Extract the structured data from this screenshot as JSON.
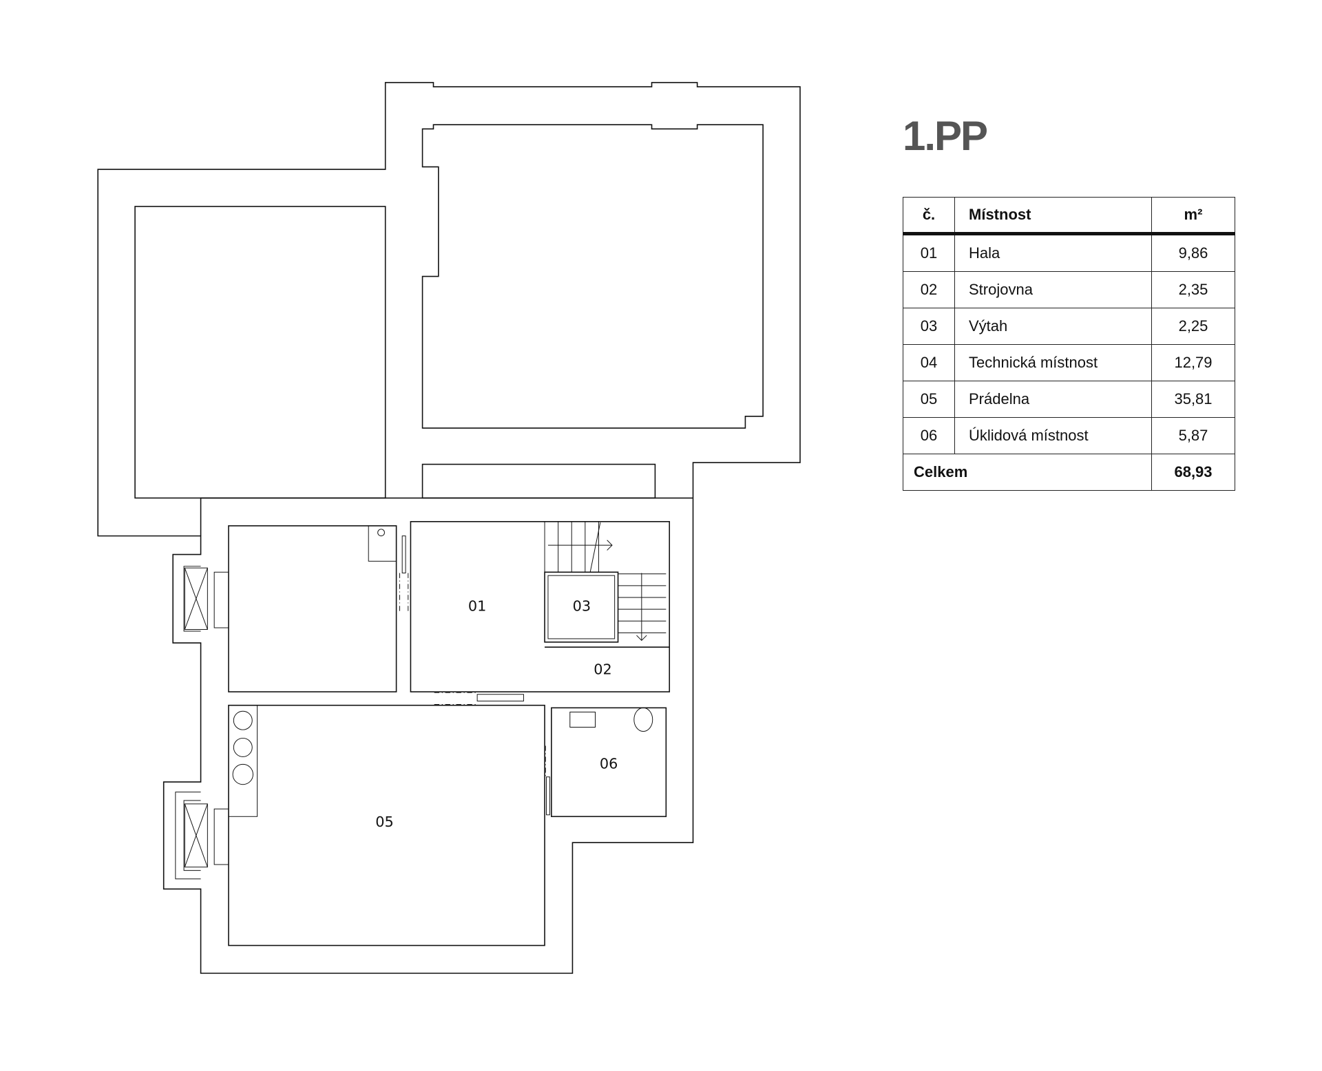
{
  "floor_title": "1.PP",
  "table": {
    "headers": {
      "num": "č.",
      "room": "Místnost",
      "area": "m²"
    },
    "rows": [
      {
        "num": "01",
        "room": "Hala",
        "area": "9,86"
      },
      {
        "num": "02",
        "room": "Strojovna",
        "area": "2,35"
      },
      {
        "num": "03",
        "room": "Výtah",
        "area": "2,25"
      },
      {
        "num": "04",
        "room": "Technická místnost",
        "area": "12,79"
      },
      {
        "num": "05",
        "room": "Prádelna",
        "area": "35,81"
      },
      {
        "num": "06",
        "room": "Úklidová místnost",
        "area": "5,87"
      }
    ],
    "total": {
      "label": "Celkem",
      "area": "68,93"
    }
  },
  "plan_labels": {
    "r01": "01",
    "r02": "02",
    "r03": "03",
    "r05": "05",
    "r06": "06"
  }
}
